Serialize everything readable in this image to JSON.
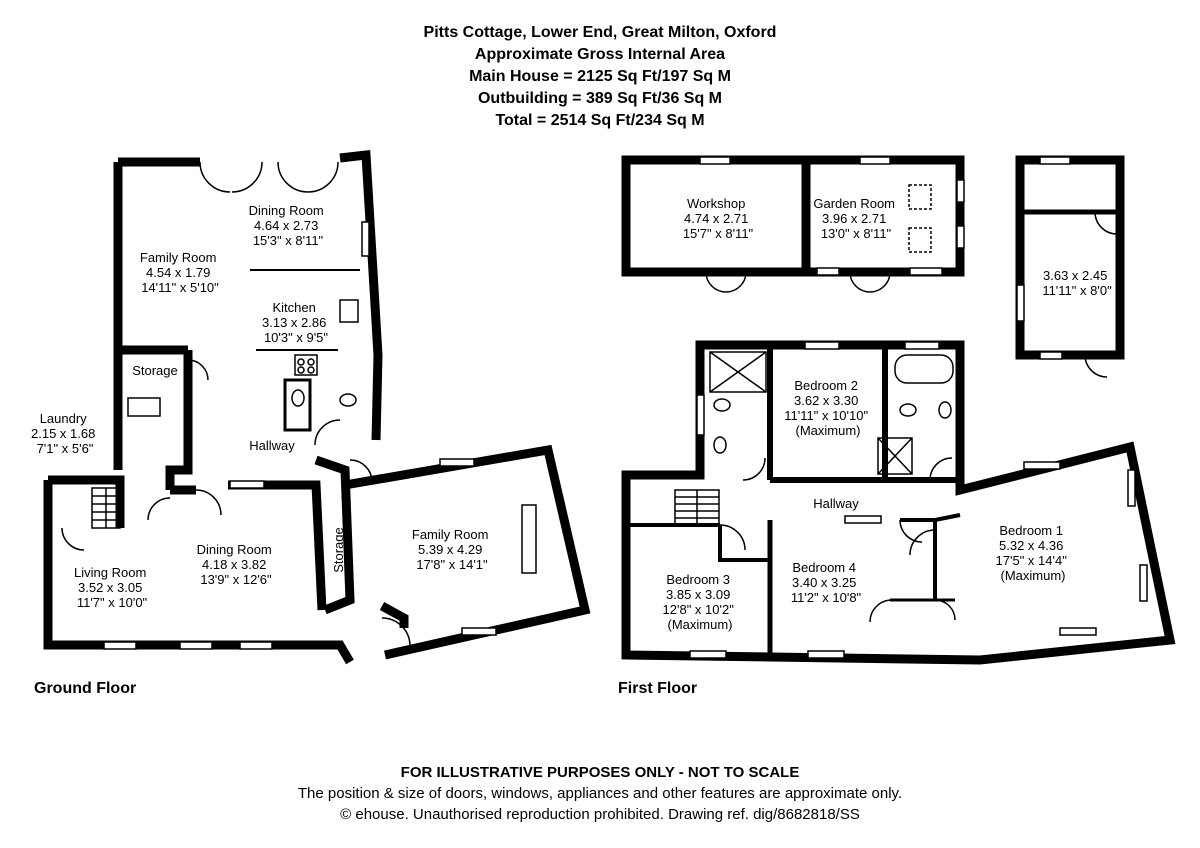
{
  "header": {
    "address": "Pitts Cottage, Lower End, Great Milton, Oxford",
    "area_title": "Approximate Gross Internal Area",
    "main_house": "Main House = 2125 Sq Ft/197 Sq M",
    "outbuilding": "Outbuilding = 389 Sq Ft/36 Sq M",
    "total": "Total = 2514 Sq Ft/234 Sq M"
  },
  "floors": {
    "ground": "Ground Floor",
    "first": "First Floor"
  },
  "rooms": {
    "gf_family_room_1": [
      "Family Room",
      "4.54 x 1.79",
      "14'11\" x 5'10\""
    ],
    "gf_dining_room_1": [
      "Dining Room",
      "4.64 x 2.73",
      "15'3\" x 8'11\""
    ],
    "gf_kitchen": [
      "Kitchen",
      "3.13 x 2.86",
      "10'3\" x 9'5\""
    ],
    "gf_storage_1": [
      "Storage"
    ],
    "gf_laundry": [
      "Laundry",
      "2.15 x 1.68",
      "7'1\" x 5'6\""
    ],
    "gf_hallway": [
      "Hallway"
    ],
    "gf_living_room": [
      "Living Room",
      "3.52 x 3.05",
      "11'7\" x 10'0\""
    ],
    "gf_dining_room_2": [
      "Dining Room",
      "4.18 x 3.82",
      "13'9\" x 12'6\""
    ],
    "gf_storage_2": [
      "Storage"
    ],
    "gf_family_room_2": [
      "Family Room",
      "5.39 x 4.29",
      "17'8\" x 14'1\""
    ],
    "ob_workshop": [
      "Workshop",
      "4.74 x 2.71",
      "15'7\" x 8'11\""
    ],
    "ob_garden_room": [
      "Garden Room",
      "3.96 x 2.71",
      "13'0\" x 8'11\""
    ],
    "ob_store": [
      "3.63 x 2.45",
      "11'11\" x 8'0\""
    ],
    "ff_bedroom_2": [
      "Bedroom 2",
      "3.62 x 3.30",
      "11'11\" x 10'10\"",
      "(Maximum)"
    ],
    "ff_hallway": [
      "Hallway"
    ],
    "ff_bedroom_1": [
      "Bedroom 1",
      "5.32 x 4.36",
      "17'5\" x 14'4\"",
      "(Maximum)"
    ],
    "ff_bedroom_3": [
      "Bedroom 3",
      "3.85 x 3.09",
      "12'8\" x 10'2\"",
      "(Maximum)"
    ],
    "ff_bedroom_4": [
      "Bedroom 4",
      "3.40 x 3.25",
      "11'2\" x 10'8\""
    ]
  },
  "footer": {
    "disclaimer": "FOR ILLUSTRATIVE PURPOSES ONLY - NOT TO SCALE",
    "note": "The position & size of doors, windows, appliances and other features are approximate only.",
    "copyright": "© ehouse. Unauthorised reproduction prohibited. Drawing ref. dig/8682818/SS"
  }
}
